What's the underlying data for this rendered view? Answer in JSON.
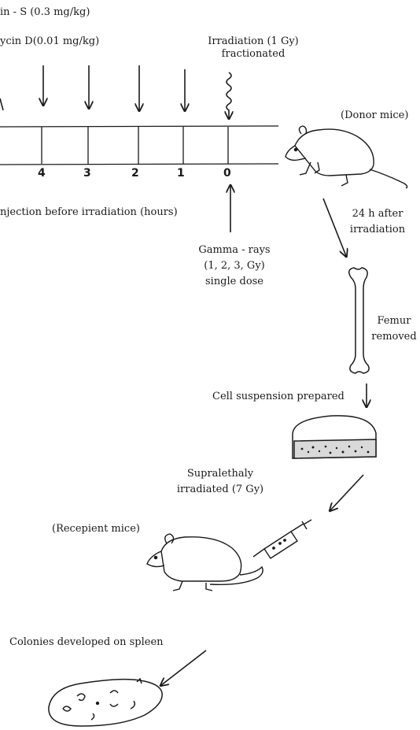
{
  "labels": {
    "drug1": "in - S (0.3 mg/kg)",
    "drug2": "ycin D(0.01 mg/kg)",
    "irradiation_line1": "Irradiation (1 Gy)",
    "irradiation_line2": "fractionated",
    "donor_mice": "(Donor mice)",
    "injection_time": "njection before irradiation (hours)",
    "after_line1": "24 h after",
    "after_line2": "irradiation",
    "gamma_line1": "Gamma - rays",
    "gamma_line2": "(1, 2, 3, Gy)",
    "gamma_line3": "single dose",
    "femur_line1": "Femur",
    "femur_line2": "removed",
    "cell_suspension": "Cell suspension prepared",
    "supra_line1": "Supralethaly",
    "supra_line2": "irradiated (7 Gy)",
    "recipient_mice": "(Recepient mice)",
    "colonies": "Colonies developed on spleen"
  },
  "timeline": {
    "ticks": [
      "4",
      "3",
      "2",
      "1",
      "0"
    ]
  }
}
